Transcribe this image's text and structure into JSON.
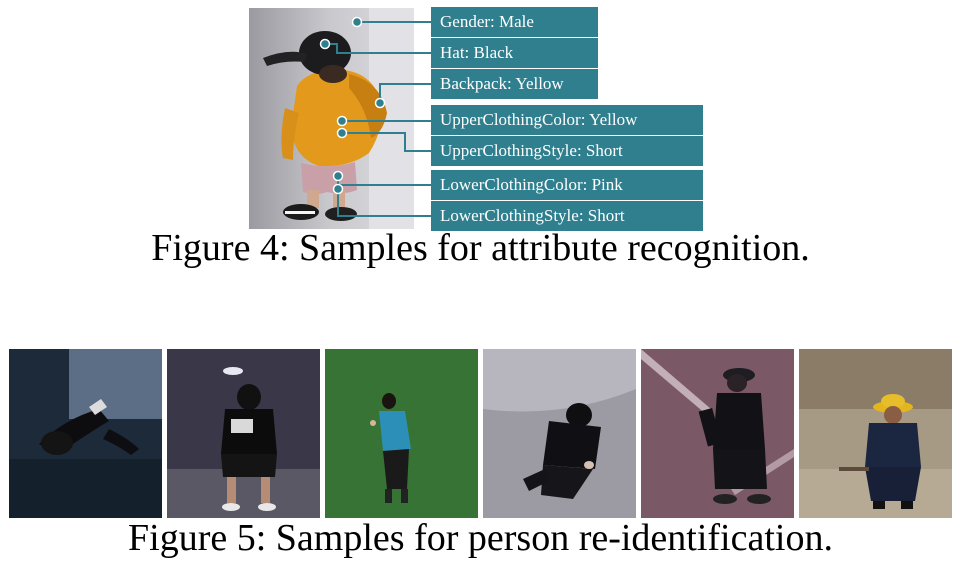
{
  "figure4": {
    "caption": "Figure 4: Samples for attribute recognition.",
    "attributes": [
      {
        "label": "Gender: Male"
      },
      {
        "label": "Hat: Black"
      },
      {
        "label": "Backpack: Yellow"
      },
      {
        "label": "UpperClothingColor: Yellow"
      },
      {
        "label": "UpperClothingStyle: Short"
      },
      {
        "label": "LowerClothingColor: Pink"
      },
      {
        "label": "LowerClothingStyle: Short"
      }
    ],
    "colors": {
      "tag_background": "#2f7f8e",
      "tag_text": "#ffffff",
      "leader_line": "#2f7f8e"
    }
  },
  "figure5": {
    "caption": "Figure 5: Samples for person re-identification."
  }
}
